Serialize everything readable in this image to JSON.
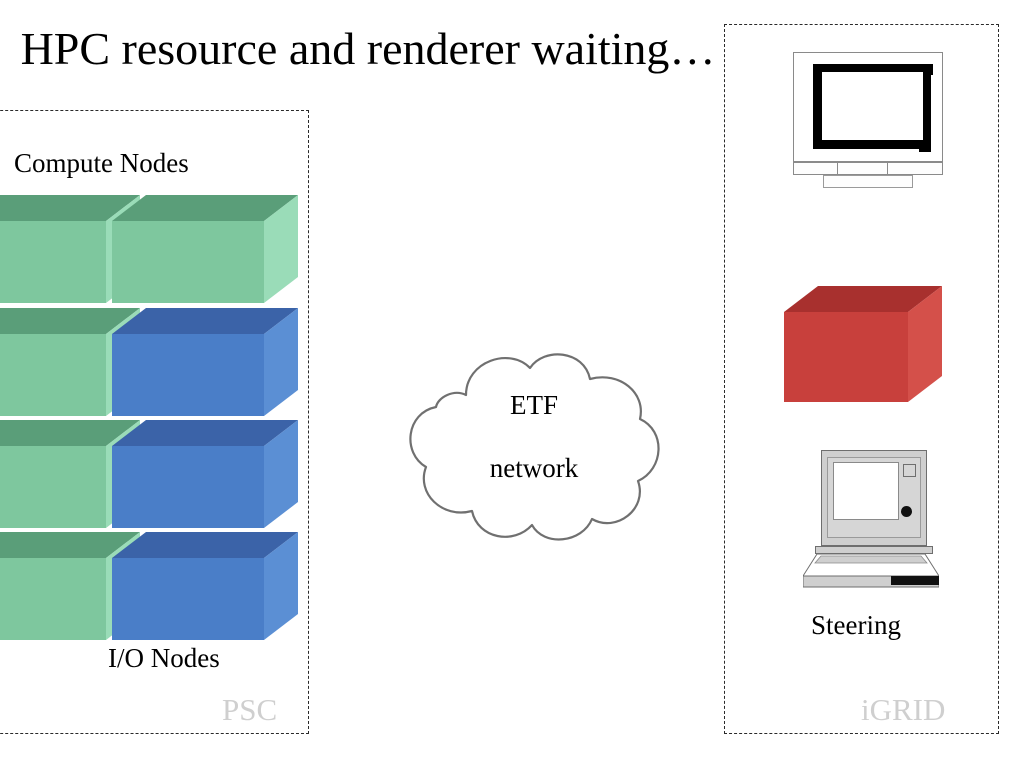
{
  "slide": {
    "title": "HPC resource and renderer waiting…",
    "background_color": "#ffffff"
  },
  "left_panel": {
    "name": "PSC site",
    "watermark": "PSC",
    "border_style": "dashed",
    "captions": {
      "compute": "Compute Nodes",
      "io": "I/O Nodes"
    },
    "node_grid": {
      "rows": 4,
      "columns": 2,
      "column_labels": [
        "Compute Nodes",
        "I/O Nodes"
      ],
      "cells": [
        [
          "compute",
          "compute"
        ],
        [
          "compute",
          "io"
        ],
        [
          "compute",
          "io"
        ],
        [
          "compute",
          "io"
        ]
      ]
    }
  },
  "network": {
    "shape": "cloud",
    "line1": "ETF",
    "line2": "network",
    "outline_color": "#707070",
    "fill_color": "#ffffff"
  },
  "right_panel": {
    "name": "iGRID site",
    "watermark": "iGRID",
    "border_style": "dashed",
    "devices": [
      {
        "icon": "crt-monitor-icon",
        "label": ""
      },
      {
        "icon": "red-render-box-icon",
        "label": ""
      },
      {
        "icon": "laptop-icon",
        "label": "Steering"
      }
    ],
    "steering_label": "Steering"
  },
  "colors": {
    "compute_node_front": "#7ec79e",
    "compute_node_top": "#5a9e79",
    "compute_node_side": "#9adcb8",
    "io_node_front": "#4a7ec8",
    "io_node_top": "#3b63a8",
    "io_node_side": "#5b8fd4",
    "render_box_front": "#c8403c",
    "render_box_top": "#a8302e",
    "render_box_side": "#d4504a",
    "watermark_text": "#cfcfcf",
    "panel_border": "#2a2a2a",
    "title_text": "#000000"
  }
}
